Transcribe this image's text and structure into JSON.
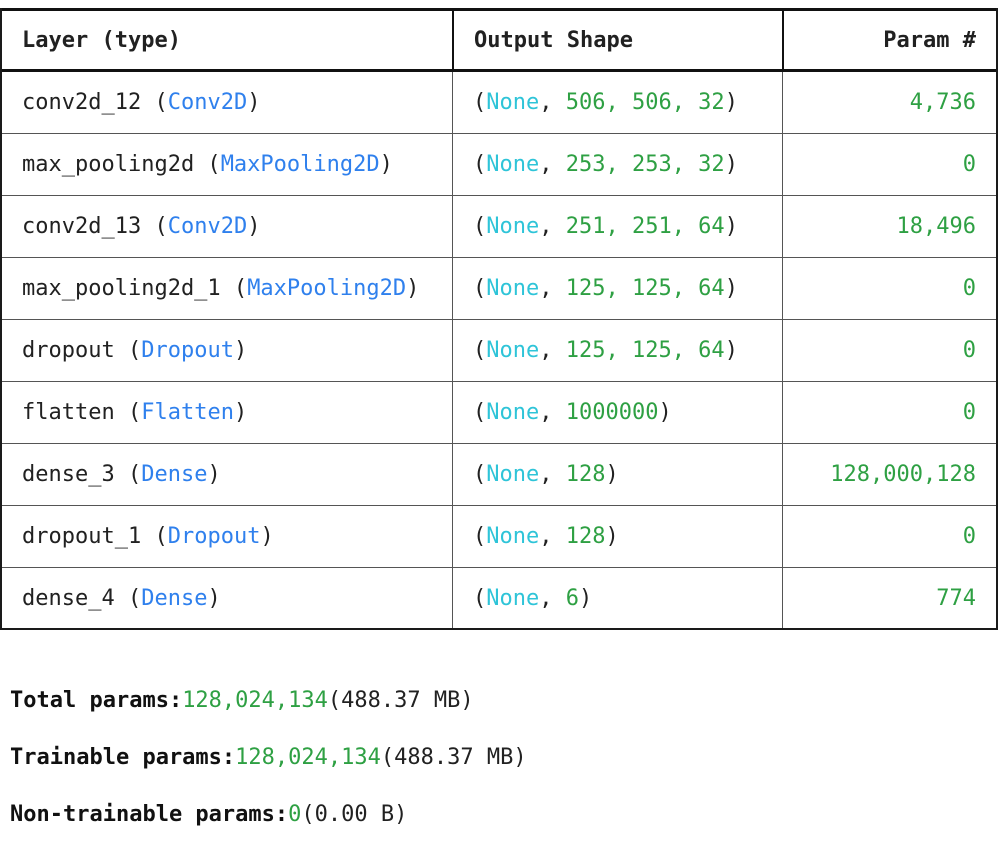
{
  "colors": {
    "class_name": "#2f80ed",
    "none": "#2ec4d8",
    "number": "#2ea043",
    "text": "#212121"
  },
  "header": {
    "layer": "Layer (type)",
    "output_shape": "Output Shape",
    "params": "Param #"
  },
  "rows": [
    {
      "name": "conv2d_12",
      "cls": "Conv2D",
      "dims": "506, 506, 32",
      "params": "4,736"
    },
    {
      "name": "max_pooling2d",
      "cls": "MaxPooling2D",
      "dims": "253, 253, 32",
      "params": "0"
    },
    {
      "name": "conv2d_13",
      "cls": "Conv2D",
      "dims": "251, 251, 64",
      "params": "18,496"
    },
    {
      "name": "max_pooling2d_1",
      "cls": "MaxPooling2D",
      "dims": "125, 125, 64",
      "params": "0"
    },
    {
      "name": "dropout",
      "cls": "Dropout",
      "dims": "125, 125, 64",
      "params": "0"
    },
    {
      "name": "flatten",
      "cls": "Flatten",
      "dims": "1000000",
      "params": "0"
    },
    {
      "name": "dense_3",
      "cls": "Dense",
      "dims": "128",
      "params": "128,000,128"
    },
    {
      "name": "dropout_1",
      "cls": "Dropout",
      "dims": "128",
      "params": "0"
    },
    {
      "name": "dense_4",
      "cls": "Dense",
      "dims": "6",
      "params": "774"
    }
  ],
  "summary": [
    {
      "label": "Total params:",
      "value": "128,024,134",
      "size": "(488.37 MB)"
    },
    {
      "label": "Trainable params:",
      "value": "128,024,134",
      "size": "(488.37 MB)"
    },
    {
      "label": "Non-trainable params:",
      "value": "0",
      "size": "(0.00 B)"
    }
  ]
}
